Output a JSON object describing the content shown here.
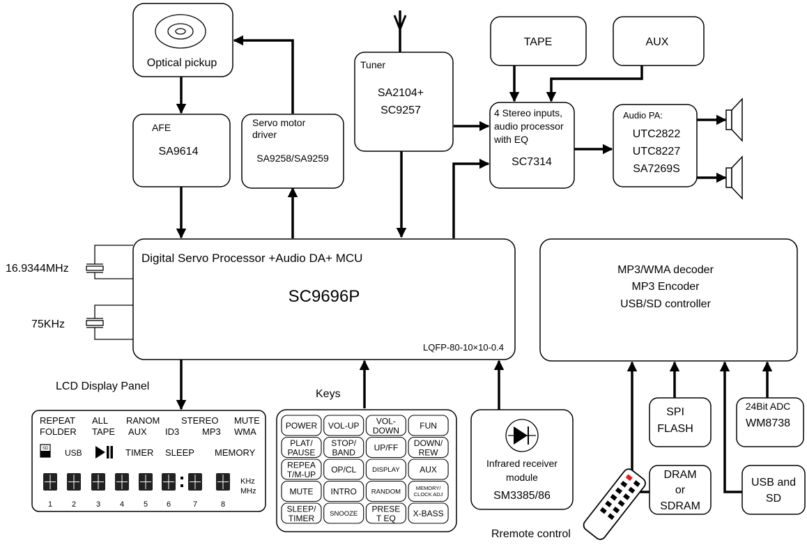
{
  "blocks": {
    "optical": "Optical pickup",
    "afe_title": "AFE",
    "afe_chip": "SA9614",
    "servo_title1": "Servo motor",
    "servo_title2": "driver",
    "servo_chip": "SA9258/SA9259",
    "tuner_title": "Tuner",
    "tuner_chip1": "SA2104+",
    "tuner_chip2": "SC9257",
    "tape": "TAPE",
    "aux": "AUX",
    "proc_line1": "4 Stereo inputs,",
    "proc_line2": "audio processor",
    "proc_line3": "with EQ",
    "proc_chip": "SC7314",
    "pa_title": "Audio PA:",
    "pa_chip1": "UTC2822",
    "pa_chip2": "UTC8227",
    "pa_chip3": "SA7269S",
    "dsp_title": "Digital Servo Processor +Audio DA+ MCU",
    "dsp_chip": "SC9696P",
    "dsp_package": "LQFP-80-10×10-0.4",
    "mp3_line1": "MP3/WMA decoder",
    "mp3_line2": "MP3 Encoder",
    "mp3_line3": "USB/SD controller",
    "spi1": "SPI",
    "spi2": "FLASH",
    "adc_title": "24Bit ADC",
    "adc_chip": "WM8738",
    "dram1": "DRAM",
    "dram2": "or",
    "dram3": "SDRAM",
    "usb1": "USB and",
    "usb2": "SD",
    "ir1": "Infrared receiver",
    "ir2": "module",
    "ir_chip": "SM3385/86"
  },
  "crystals": {
    "xtal1": "16.9344MHz",
    "xtal2": "75KHz"
  },
  "labels": {
    "lcd_panel": "LCD Display Panel",
    "keys": "Keys",
    "remote": "Rremote control"
  },
  "lcd": {
    "row1": [
      "REPEAT",
      "ALL",
      "RANOM",
      "STEREO",
      "MUTE"
    ],
    "row2": [
      "FOLDER",
      "TAPE",
      "AUX",
      "ID3",
      "MP3",
      "WMA"
    ],
    "sd": "SD",
    "usb": "USB",
    "timer": "TIMER",
    "sleep": "SLEEP",
    "memory": "MEMORY",
    "khz": "KHz",
    "mhz": "MHz",
    "digits": [
      "1",
      "2",
      "3",
      "4",
      "5",
      "6",
      "7",
      "8"
    ]
  },
  "keys": [
    [
      {
        "l1": "POWER"
      },
      {
        "l1": "VOL-UP"
      },
      {
        "l1": "VOL-",
        "l2": "DOWN"
      },
      {
        "l1": "FUN"
      }
    ],
    [
      {
        "l1": "PLAT/",
        "l2": "PAUSE"
      },
      {
        "l1": "STOP/",
        "l2": "BAND"
      },
      {
        "l1": "UP/FF"
      },
      {
        "l1": "DOWN/",
        "l2": "REW"
      }
    ],
    [
      {
        "l1": "REPEA",
        "l2": "T/M-UP"
      },
      {
        "l1": "OP/CL"
      },
      {
        "l1": "DISPLAY",
        "small": true
      },
      {
        "l1": "AUX"
      }
    ],
    [
      {
        "l1": "MUTE"
      },
      {
        "l1": "INTRO"
      },
      {
        "l1": "RANDOM",
        "small": true
      },
      {
        "l1": "MEMORY/",
        "l2": "CLOCK ADJ",
        "tiny": true
      }
    ],
    [
      {
        "l1": "SLEEP/",
        "l2": "TIMER"
      },
      {
        "l1": "SNOOZE",
        "small": true
      },
      {
        "l1": "PRESE",
        "l2": "T EQ"
      },
      {
        "l1": "X-BASS"
      }
    ]
  ],
  "colors": {
    "remote_led": "#e8161b"
  }
}
